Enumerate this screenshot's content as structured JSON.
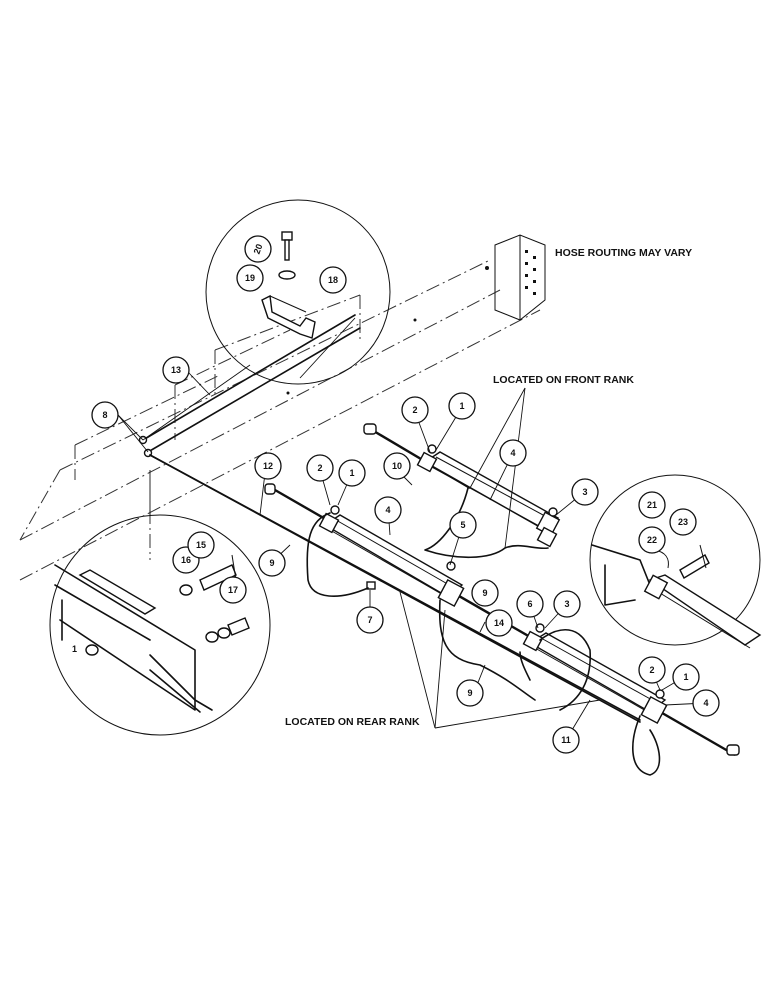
{
  "notes": {
    "hose_routing": "HOSE ROUTING MAY VARY",
    "front_rank": "LOCATED ON FRONT RANK",
    "rear_rank": "LOCATED ON REAR RANK"
  },
  "callouts": [
    {
      "id": "c20",
      "label": "20"
    },
    {
      "id": "c19",
      "label": "19"
    },
    {
      "id": "c18",
      "label": "18"
    },
    {
      "id": "c13",
      "label": "13"
    },
    {
      "id": "c8",
      "label": "8"
    },
    {
      "id": "c12",
      "label": "12"
    },
    {
      "id": "c2a",
      "label": "2"
    },
    {
      "id": "c1a",
      "label": "1"
    },
    {
      "id": "c10",
      "label": "10"
    },
    {
      "id": "c4a",
      "label": "4"
    },
    {
      "id": "c3a",
      "label": "3"
    },
    {
      "id": "c2b",
      "label": "2"
    },
    {
      "id": "c1b",
      "label": "1"
    },
    {
      "id": "c4b",
      "label": "4"
    },
    {
      "id": "c5",
      "label": "5"
    },
    {
      "id": "c9a",
      "label": "9"
    },
    {
      "id": "c9b",
      "label": "9"
    },
    {
      "id": "c7",
      "label": "7"
    },
    {
      "id": "c14",
      "label": "14"
    },
    {
      "id": "c6",
      "label": "6"
    },
    {
      "id": "c3b",
      "label": "3"
    },
    {
      "id": "c9c",
      "label": "9"
    },
    {
      "id": "c2c",
      "label": "2"
    },
    {
      "id": "c1c",
      "label": "1"
    },
    {
      "id": "c4c",
      "label": "4"
    },
    {
      "id": "c11",
      "label": "11"
    },
    {
      "id": "c16",
      "label": "16"
    },
    {
      "id": "c15",
      "label": "15"
    },
    {
      "id": "c17",
      "label": "17"
    },
    {
      "id": "c21",
      "label": "21"
    },
    {
      "id": "c23",
      "label": "23"
    },
    {
      "id": "c22",
      "label": "22"
    }
  ],
  "detail_labels": {
    "pin_label": "1"
  }
}
